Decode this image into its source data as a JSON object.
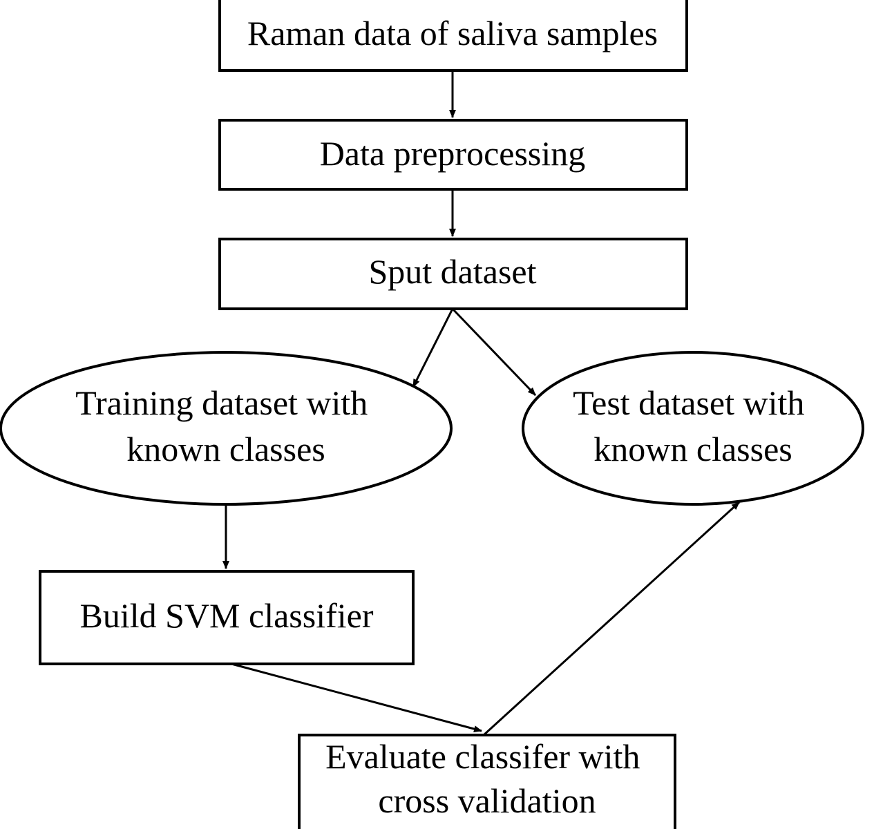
{
  "diagram": {
    "nodes": {
      "raman_data": {
        "shape": "rectangle",
        "lines": [
          "Raman data of saliva samples"
        ]
      },
      "preprocessing": {
        "shape": "rectangle",
        "lines": [
          "Data preprocessing"
        ]
      },
      "split": {
        "shape": "rectangle",
        "lines": [
          "Sput dataset"
        ]
      },
      "training": {
        "shape": "ellipse",
        "lines": [
          "Training dataset with",
          "known classes"
        ]
      },
      "test": {
        "shape": "ellipse",
        "lines": [
          "Test dataset with",
          "known classes"
        ]
      },
      "build_svm": {
        "shape": "rectangle",
        "lines": [
          "Build SVM classifier"
        ]
      },
      "evaluate": {
        "shape": "rectangle",
        "lines": [
          "Evaluate classifer with",
          "cross validation"
        ]
      }
    },
    "edges": [
      {
        "from": "raman_data",
        "to": "preprocessing"
      },
      {
        "from": "preprocessing",
        "to": "split"
      },
      {
        "from": "split",
        "to": "training"
      },
      {
        "from": "split",
        "to": "test"
      },
      {
        "from": "training",
        "to": "build_svm"
      },
      {
        "from": "build_svm",
        "to": "evaluate"
      },
      {
        "from": "evaluate",
        "to": "test"
      }
    ]
  }
}
